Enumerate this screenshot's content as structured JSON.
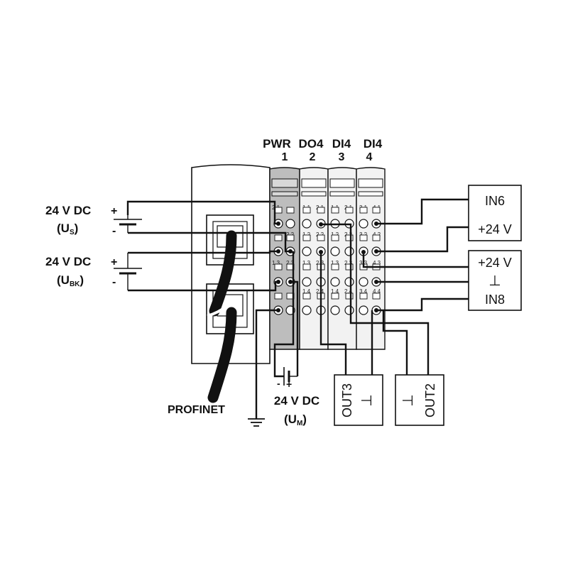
{
  "modules": {
    "m1": {
      "name": "PWR",
      "number": "1"
    },
    "m2": {
      "name": "DO4",
      "number": "2"
    },
    "m3": {
      "name": "DI4",
      "number": "3"
    },
    "m4": {
      "name": "DI4",
      "number": "4"
    }
  },
  "supplies": {
    "us": {
      "voltage": "24 V DC",
      "label_main": "(U",
      "label_sub": "S",
      "label_close": ")",
      "plus": "+",
      "minus": "-"
    },
    "ubk": {
      "voltage": "24 V DC",
      "label_main": "(U",
      "label_sub": "BK",
      "label_close": ")",
      "plus": "+",
      "minus": "-"
    },
    "um": {
      "voltage": "24 V DC",
      "label_main": "(U",
      "label_sub": "M",
      "label_close": ")",
      "plus": "+",
      "minus": "-"
    }
  },
  "network": {
    "label": "PROFINET"
  },
  "devices": {
    "in6": {
      "line1": "IN6",
      "line2": "+24 V"
    },
    "in8": {
      "line1": "+24 V",
      "line2": "⊥",
      "line3": "IN8"
    },
    "out3": {
      "label": "OUT3",
      "ground": "⊥"
    },
    "out2": {
      "label": "OUT2",
      "ground": "⊥"
    }
  },
  "terminals": {
    "pwr": [
      "2.1",
      "2.2",
      "1.3",
      "2.3"
    ],
    "m2": [
      "1.1",
      "2.1",
      "1.2",
      "2.2",
      "1.3",
      "2.3",
      "1.4",
      "2.4"
    ],
    "m3": [
      "1.1",
      "2.1",
      "1.2",
      "2.2",
      "1.3",
      "2.3",
      "1.4",
      "2.4"
    ],
    "m4": [
      "3.1",
      "4.1",
      "3.2",
      "4.2",
      "3.3",
      "4.3",
      "3.4",
      "4.4"
    ]
  }
}
